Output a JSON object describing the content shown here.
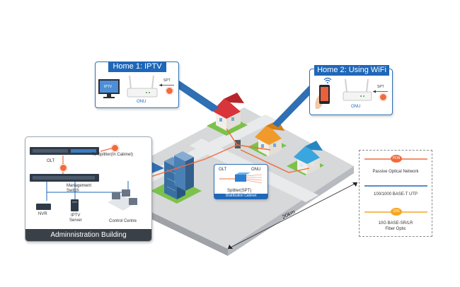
{
  "home1": {
    "title": "Home 1: IPTV",
    "spt": "SPT",
    "onu": "ONU",
    "tv_screen": "IPTV"
  },
  "home2": {
    "title": "Home 2: Using WiFi",
    "spt": "SPT",
    "onu": "ONU"
  },
  "admin": {
    "title": "Adminnistration Building",
    "olt": "OLT",
    "to_splitter": "To Splitter(In Cabinet)",
    "management_switch_line1": "Management",
    "management_switch_line2": "Switch",
    "nvr": "NVR",
    "iptv_server_line1": "IPTV",
    "iptv_server_line2": "Server",
    "control_centre": "Control Centre"
  },
  "cabinet": {
    "olt": "OLT",
    "onu": "ONU",
    "splitter": "Splitter(SPT)",
    "title": "Distribution Cabinet"
  },
  "distance": "20km",
  "legend": {
    "pon_badge": "PON",
    "pon_label": "Passive Optical Network",
    "utp_label": "100/1000 BASE-T UTP",
    "tenG_badge": "10G",
    "tenG_label_line1": "10G BASE-SR/LR",
    "tenG_label_line2": "Fiber Optic"
  },
  "colors": {
    "accent": "#1f67b8",
    "fiber": "#f26b3a",
    "ground": "#cfd2d4",
    "grass": "#7cc24a",
    "panel_dark": "#3a4047"
  },
  "icons": [
    "tv-icon",
    "router-icon",
    "smartphone-icon",
    "wifi-icon",
    "house-icon",
    "office-building-icon",
    "server-rack-icon",
    "workstation-icon"
  ]
}
